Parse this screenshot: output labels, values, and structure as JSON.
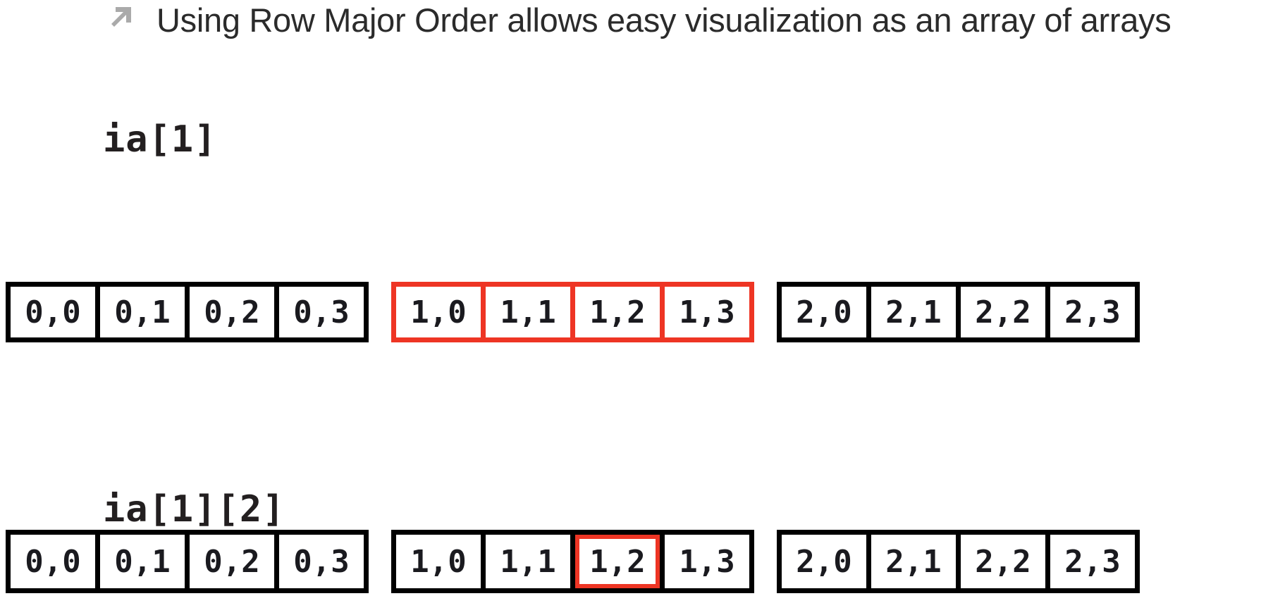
{
  "heading": {
    "bullet_icon": "arrow-up-right-icon",
    "text": "Using Row Major Order allows easy visualization as an array of arrays"
  },
  "labels": {
    "row1": "ia[1]",
    "row2": "ia[1][2]"
  },
  "colors": {
    "highlight": "#ee3524",
    "border": "#000000",
    "text": "#231f20",
    "bullet": "#aaaaaa"
  },
  "rows": [
    {
      "name": "row-one",
      "label": "ia[1]",
      "groups": [
        {
          "name": "group-row-0",
          "highlighted": false,
          "cells": [
            {
              "value": "0,0",
              "highlighted": false
            },
            {
              "value": "0,1",
              "highlighted": false
            },
            {
              "value": "0,2",
              "highlighted": false
            },
            {
              "value": "0,3",
              "highlighted": false
            }
          ]
        },
        {
          "name": "group-row-1",
          "highlighted": true,
          "cells": [
            {
              "value": "1,0",
              "highlighted": false
            },
            {
              "value": "1,1",
              "highlighted": false
            },
            {
              "value": "1,2",
              "highlighted": false
            },
            {
              "value": "1,3",
              "highlighted": false
            }
          ]
        },
        {
          "name": "group-row-2",
          "highlighted": false,
          "cells": [
            {
              "value": "2,0",
              "highlighted": false
            },
            {
              "value": "2,1",
              "highlighted": false
            },
            {
              "value": "2,2",
              "highlighted": false
            },
            {
              "value": "2,3",
              "highlighted": false
            }
          ]
        }
      ]
    },
    {
      "name": "row-two",
      "label": "ia[1][2]",
      "groups": [
        {
          "name": "group-row-0",
          "highlighted": false,
          "cells": [
            {
              "value": "0,0",
              "highlighted": false
            },
            {
              "value": "0,1",
              "highlighted": false
            },
            {
              "value": "0,2",
              "highlighted": false
            },
            {
              "value": "0,3",
              "highlighted": false
            }
          ]
        },
        {
          "name": "group-row-1",
          "highlighted": false,
          "cells": [
            {
              "value": "1,0",
              "highlighted": false
            },
            {
              "value": "1,1",
              "highlighted": false
            },
            {
              "value": "1,2",
              "highlighted": true
            },
            {
              "value": "1,3",
              "highlighted": false
            }
          ]
        },
        {
          "name": "group-row-2",
          "highlighted": false,
          "cells": [
            {
              "value": "2,0",
              "highlighted": false
            },
            {
              "value": "2,1",
              "highlighted": false
            },
            {
              "value": "2,2",
              "highlighted": false
            },
            {
              "value": "2,3",
              "highlighted": false
            }
          ]
        }
      ]
    }
  ]
}
